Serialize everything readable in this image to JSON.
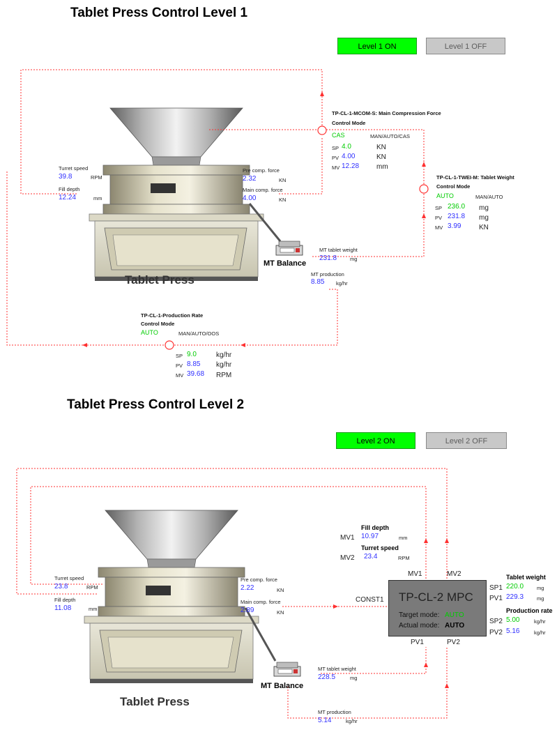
{
  "level1": {
    "title": "Tablet Press Control Level 1",
    "on_label": "Level 1 ON",
    "off_label": "Level 1 OFF",
    "turret_speed": {
      "label": "Turret speed",
      "value": "39.8",
      "unit": "RPM"
    },
    "fill_depth": {
      "label": "Fill depth",
      "value": "12.24",
      "unit": "mm"
    },
    "pre_comp": {
      "label": "Pre comp. force",
      "value": "2.32",
      "unit": "KN"
    },
    "main_comp": {
      "label": "Main comp. force",
      "value": "4.00",
      "unit": "KN"
    },
    "mt_tablet": {
      "label": "MT tablet weight",
      "value": "231.8",
      "unit": "mg"
    },
    "mt_production": {
      "label": "MT production",
      "value": "8.85",
      "unit": "kg/hr"
    },
    "press_label": "Tablet Press",
    "balance_label": "MT Balance",
    "mcom": {
      "title": "TP-CL-1-MCOM-S: Main Compression Force",
      "mode_label": "Control Mode",
      "mode": "CAS",
      "options": "MAN/AUTO/CAS",
      "sp_label": "SP",
      "sp": "4.0",
      "sp_unit": "KN",
      "pv_label": "PV",
      "pv": "4.00",
      "pv_unit": "KN",
      "mv_label": "MV",
      "mv": "12.28",
      "mv_unit": "mm"
    },
    "twei": {
      "title": "TP-CL-1-TWEI-M: Tablet Weight",
      "mode_label": "Control Mode",
      "mode": "AUTO",
      "options": "MAN/AUTO",
      "sp_label": "SP",
      "sp": "236.0",
      "sp_unit": "mg",
      "pv_label": "PV",
      "pv": "231.8",
      "pv_unit": "mg",
      "mv_label": "MV",
      "mv": "3.99",
      "mv_unit": "KN"
    },
    "prod": {
      "title": "TP-CL-1-Production Rate",
      "mode_label": "Control Mode",
      "mode": "AUTO",
      "options": "MAN/AUTO/OOS",
      "sp_label": "SP",
      "sp": "9.0",
      "sp_unit": "kg/hr",
      "pv_label": "PV",
      "pv": "8.85",
      "pv_unit": "kg/hr",
      "mv_label": "MV",
      "mv": "39.68",
      "mv_unit": "RPM"
    }
  },
  "level2": {
    "title": "Tablet Press Control Level 2",
    "on_label": "Level 2 ON",
    "off_label": "Level 2 OFF",
    "turret_speed": {
      "label": "Turret speed",
      "value": "23.8",
      "unit": "RPM"
    },
    "fill_depth": {
      "label": "Fill depth",
      "value": "11.08",
      "unit": "mm"
    },
    "pre_comp": {
      "label": "Pre comp. force",
      "value": "2.22",
      "unit": "KN"
    },
    "main_comp": {
      "label": "Main comp. force",
      "value": "2.89",
      "unit": "KN"
    },
    "mt_tablet": {
      "label": "MT tablet weight",
      "value": "228.5",
      "unit": "mg"
    },
    "mt_production": {
      "label": "MT production",
      "value": "5.14",
      "unit": "kg/hr"
    },
    "press_label": "Tablet Press",
    "balance_label": "MT Balance",
    "mv1_label": "MV1",
    "mv1_title": "Fill depth",
    "mv1_value": "10.97",
    "mv1_unit": "mm",
    "mv2_label": "MV2",
    "mv2_title": "Turret speed",
    "mv2_value": "23.4",
    "mv2_unit": "RPM",
    "const1": "CONST1",
    "mpc": {
      "title": "TP-CL-2 MPC",
      "target_label": "Target mode:",
      "target_value": "AUTO",
      "actual_label": "Actual mode:",
      "actual_value": "AUTO",
      "port_mv1": "MV1",
      "port_mv2": "MV2",
      "port_pv1": "PV1",
      "port_pv2": "PV2"
    },
    "tw_title": "Tablet weight",
    "sp1_label": "SP1",
    "sp1_value": "220.0",
    "sp1_unit": "mg",
    "pv1_label": "PV1",
    "pv1_value": "229.3",
    "pv1_unit": "mg",
    "pr_title": "Production rate",
    "sp2_label": "SP2",
    "sp2_value": "5.00",
    "sp2_unit": "kg/hr",
    "pv2_label": "PV2",
    "pv2_value": "5.16",
    "pv2_unit": "kg/hr"
  },
  "colors": {
    "on": "#00ff00",
    "off": "#c8c8c8",
    "value": "#3030ff",
    "mode": "#00cc00",
    "line": "#ff3030"
  }
}
